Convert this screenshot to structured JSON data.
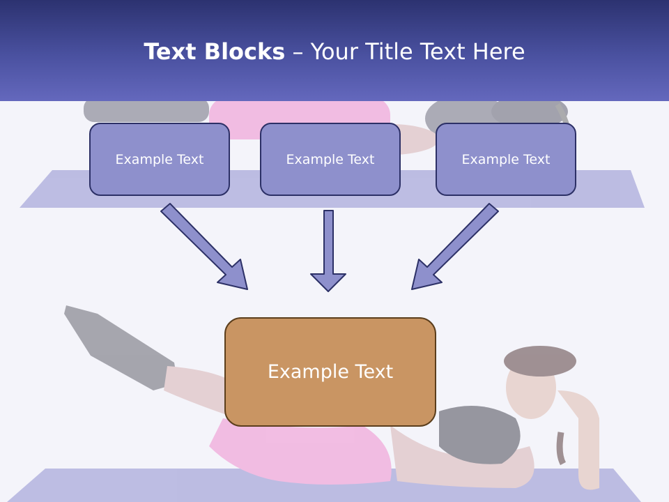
{
  "slide": {
    "title_bold": "Text Blocks",
    "title_separator": " – ",
    "title_rest": "Your Title Text Here",
    "boxes": [
      {
        "label": "Example Text"
      },
      {
        "label": "Example Text"
      },
      {
        "label": "Example Text"
      }
    ],
    "target_box": {
      "label": "Example Text"
    },
    "background_image": "woman-exercising-on-mat-photo"
  },
  "colors": {
    "header_top": "#2c3270",
    "header_bottom": "#6468bd",
    "box_fill": "#8e90cc",
    "box_border": "#2c3066",
    "arrow_fill": "#8e90cc",
    "target_fill": "#c99563",
    "target_border": "#5b3e1c",
    "background": "#f4f4fa"
  }
}
